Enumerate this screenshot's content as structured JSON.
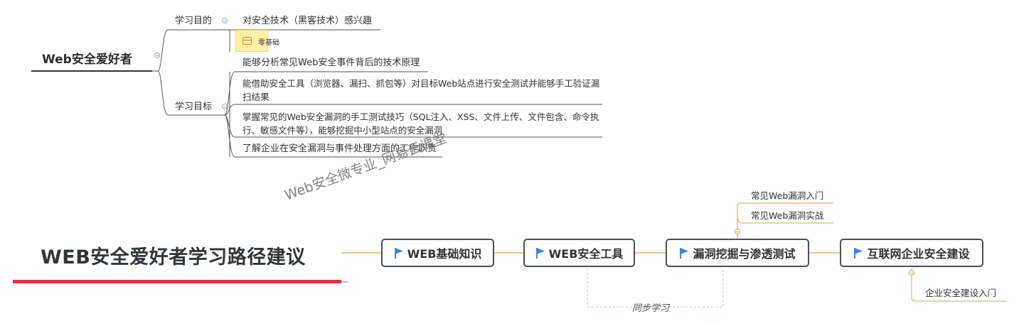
{
  "top_map": {
    "root": "Web安全爱好者",
    "branch_purpose": {
      "label": "学习目的",
      "children": [
        "对安全技术（黑客技术）感兴趣"
      ],
      "tag": "零基础"
    },
    "branch_goals": {
      "label": "学习目标",
      "children": [
        "能够分析常见Web安全事件背后的技术原理",
        "能借助安全工具（浏览器、漏扫、抓包等）对目标Web站点进行安全测试并能够手工验证漏扫结果",
        "掌握常见的Web安全漏洞的手工测试技巧（SQL注入、XSS、文件上传、文件包含、命令执行、敏感文件等），能够挖掘中小型站点的安全漏洞",
        "了解企业在安全漏洞与事件处理方面的工作职责"
      ]
    }
  },
  "watermark": "Web安全微专业_网易云课堂",
  "path": {
    "title": "WEB安全爱好者学习路径建议",
    "steps": [
      "WEB基础知识",
      "WEB安全工具",
      "漏洞挖掘与渗透测试",
      "互联网企业安全建设"
    ],
    "step3_children": [
      "常见Web漏洞入门",
      "常见Web漏洞实战"
    ],
    "step4_children": [
      "企业安全建设入门"
    ],
    "sync_label": "同步学习"
  },
  "colors": {
    "accent_red": "#e0314b",
    "connector_gray": "#555555",
    "connector_orange": "#e6a23c",
    "dashed_blue": "#9fd0e8",
    "flag_blue": "#3b82f6",
    "tag_yellow": "#fdf0a6",
    "box_border": "#4a4f57"
  }
}
